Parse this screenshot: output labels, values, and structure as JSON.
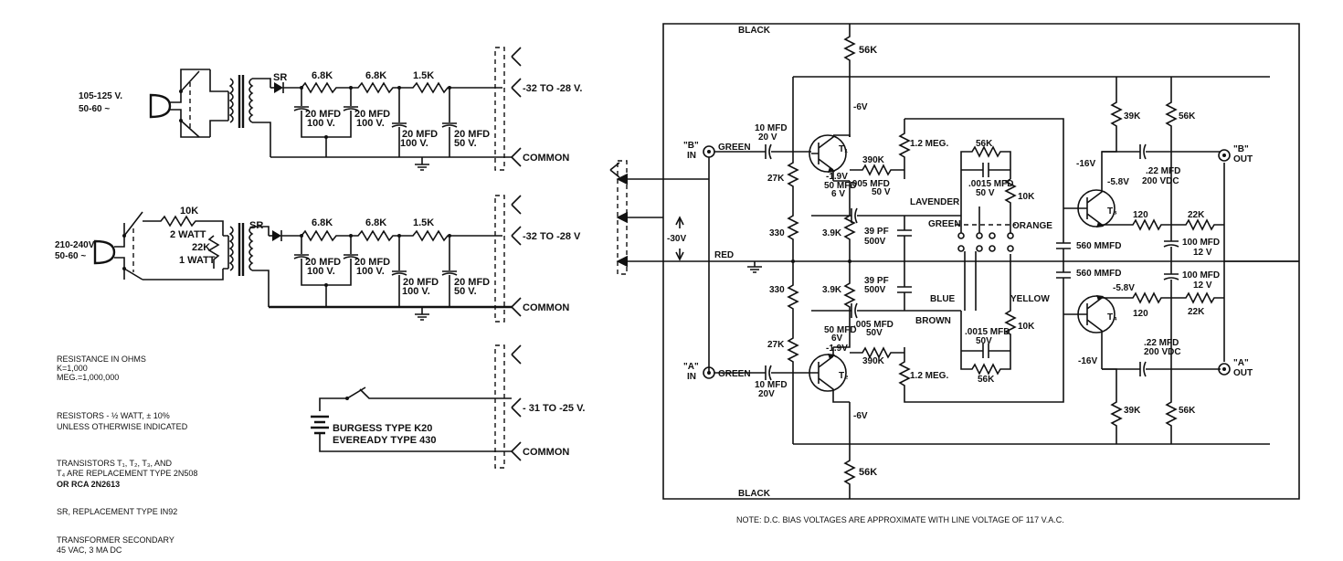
{
  "supplies": {
    "s1_input": [
      "105-125 V.",
      "50-60 ~"
    ],
    "s2_input": [
      "210-240V.",
      "50-60 ~"
    ],
    "sr": "SR",
    "r1": "6.8K",
    "r2": "6.8K",
    "r3": "1.5K",
    "c1": [
      "20 MFD",
      "100 V."
    ],
    "c2": [
      "20 MFD",
      "100 V."
    ],
    "c3": [
      "20 MFD",
      "100 V."
    ],
    "c4": [
      "20 MFD",
      "50 V."
    ],
    "s2_drop1": [
      "10K",
      "2 WATT"
    ],
    "s2_drop2": [
      "22K",
      "1 WATT"
    ],
    "out1": "-32 TO -28 V.",
    "out2": "-32 TO -28 V",
    "out3": "- 31 TO -25 V.",
    "common": "COMMON",
    "battery": [
      "BURGESS TYPE K20",
      "EVEREADY TYPE 430"
    ]
  },
  "notes": {
    "resistance": [
      "RESISTANCE IN OHMS",
      "K=1,000",
      "MEG.=1,000,000"
    ],
    "resistors": [
      "RESISTORS - ½ WATT, ± 10%",
      "UNLESS OTHERWISE INDICATED"
    ],
    "transistors": [
      "TRANSISTORS T₁, T₂, T₃, AND",
      "T₄ ARE REPLACEMENT TYPE 2N508",
      "OR RCA 2N2613"
    ],
    "sr": "SR, REPLACEMENT TYPE IN92",
    "transformer": [
      "TRANSFORMER SECONDARY",
      "45 VAC, 3 MA DC"
    ],
    "bias": "NOTE: D.C. BIAS VOLTAGES ARE APPROXIMATE WITH LINE VOLTAGE OF 117 V.A.C."
  },
  "amp": {
    "black_top": "BLACK",
    "black_bottom": "BLACK",
    "red": "RED",
    "minus30": "-30V",
    "b_in": [
      "\"B\"",
      "IN"
    ],
    "a_in": [
      "\"A\"",
      "IN"
    ],
    "b_out": [
      "\"B\"",
      "OUT"
    ],
    "a_out": [
      "\"A\"",
      "OUT"
    ],
    "green_b": "GREEN",
    "green_a": "GREEN",
    "green_mid": "GREEN",
    "lavender": "LAVENDER",
    "orange": "ORANGE",
    "blue": "BLUE",
    "brown": "BROWN",
    "yellow": "YELLOW",
    "r56k_top": "56K",
    "r56k_bot": "56K",
    "r56k_right_top": "56K",
    "r56k_right_bot": "56K",
    "r39k_top": "39K",
    "r39k_bot": "39K",
    "r27k_top": "27K",
    "r27k_bot": "27K",
    "r330_top": "330",
    "r330_bot": "330",
    "r39_top": "3.9K",
    "r39_bot": "3.9K",
    "r390k_top": "390K",
    "r390k_bot": "390K",
    "r12meg_top": "1.2 MEG.",
    "r12meg_bot": "1.2 MEG.",
    "r56k_fb_top": "56K",
    "r56k_fb_bot": "56K",
    "r10k_top": "10K",
    "r10k_bot": "10K",
    "r120_top": "120",
    "r120_bot": "120",
    "r22k_top": "22K",
    "r22k_bot": "22K",
    "c10_top": [
      "10 MFD",
      "20 V"
    ],
    "c10_bot": [
      "10 MFD",
      "20V"
    ],
    "c50_top": [
      "50 MFD",
      "6 V"
    ],
    "c50_bot": [
      "50 MFD",
      "6V"
    ],
    "c005_top": [
      ".005 MFD",
      "50 V"
    ],
    "c005_bot": [
      ".005 MFD",
      "50V"
    ],
    "c39pf_top": [
      "39 PF",
      "500V"
    ],
    "c39pf_bot": [
      "39 PF",
      "500V"
    ],
    "c0015_top": [
      ".0015 MFD",
      "50 V"
    ],
    "c0015_bot": [
      ".0015 MFD",
      "50V"
    ],
    "c560_top": "560 MMFD",
    "c560_bot": "560 MMFD",
    "c22_top": [
      ".22 MFD",
      "200 VDC"
    ],
    "c22_bot": [
      ".22 MFD",
      "200 VDC"
    ],
    "c100_top": [
      "100 MFD",
      "12 V"
    ],
    "c100_bot": [
      "100 MFD",
      "12 V"
    ],
    "t1": "T₁",
    "t2": "T₂",
    "t3": "T₃",
    "t4": "T₄",
    "v_minus6_top": "-6V",
    "v_minus6_bot": "-6V",
    "v_minus19_top": "-1.9V",
    "v_minus19_bot": "-1.9V",
    "v_minus16_top": "-16V",
    "v_minus16_bot": "-16V",
    "v_minus58_top": "-5.8V",
    "v_minus58_bot": "-5.8V"
  }
}
